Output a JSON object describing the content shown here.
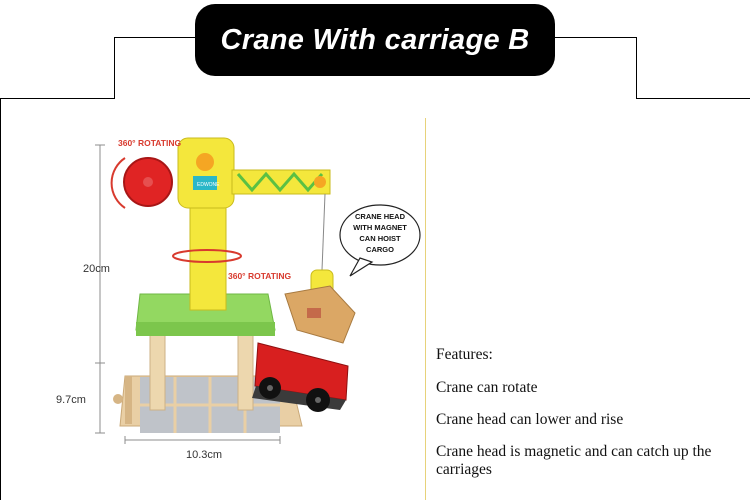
{
  "header": {
    "title": "Crane With carriage B"
  },
  "product_image": {
    "labels": {
      "rotate_top": "360° ROTATING",
      "rotate_middle": "360° ROTATING",
      "bubble": [
        "CRANE HEAD",
        "WITH MAGNET",
        "CAN HOIST",
        "CARGO"
      ],
      "brand": "EDWONE"
    },
    "dimensions": {
      "height": "20cm",
      "base_height": "9.7cm",
      "width": "10.3cm"
    }
  },
  "features": {
    "title": "Features:",
    "items": [
      "Crane can rotate",
      "Crane head can lower and rise",
      "Crane head is magnetic and can catch up the carriages"
    ]
  },
  "colors": {
    "pill_bg": "#000000",
    "divider": "#e7d27a",
    "crane_yellow": "#f2e53a",
    "base_green": "#8cd35a",
    "wheel_red": "#e02424",
    "carriage_red": "#d81f1f",
    "label_red": "#d83a2e"
  }
}
